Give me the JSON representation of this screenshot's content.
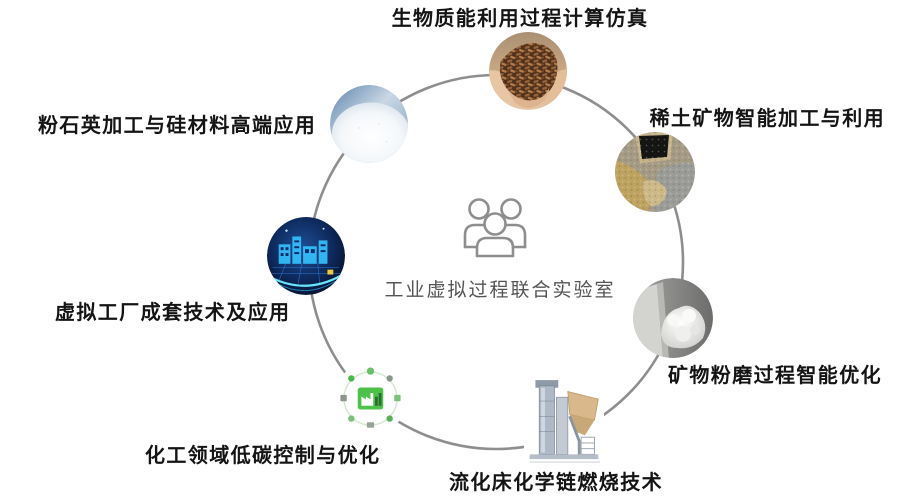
{
  "center": {
    "title": "工业虚拟过程联合实验室",
    "icon": "people-group-icon"
  },
  "nodes": [
    {
      "label": "生物质能利用过程计算仿真",
      "image": "biomass-pellets-image"
    },
    {
      "label": "稀土矿物智能加工与利用",
      "image": "rare-earth-minerals-image"
    },
    {
      "label": "矿物粉磨过程智能优化",
      "image": "mineral-powder-image"
    },
    {
      "label": "流化床化学链燃烧技术",
      "image": "fluidized-bed-reactor-image"
    },
    {
      "label": "化工领域低碳控制与优化",
      "image": "chemical-low-carbon-image"
    },
    {
      "label": "虚拟工厂成套技术及应用",
      "image": "virtual-factory-image"
    },
    {
      "label": "粉石英加工与硅材料高端应用",
      "image": "silica-powder-image"
    }
  ],
  "colors": {
    "ring": "#8e8e8e",
    "label": "#141414",
    "center_text": "#555555",
    "icon": "#8e8e8e",
    "background": "#ffffff"
  }
}
